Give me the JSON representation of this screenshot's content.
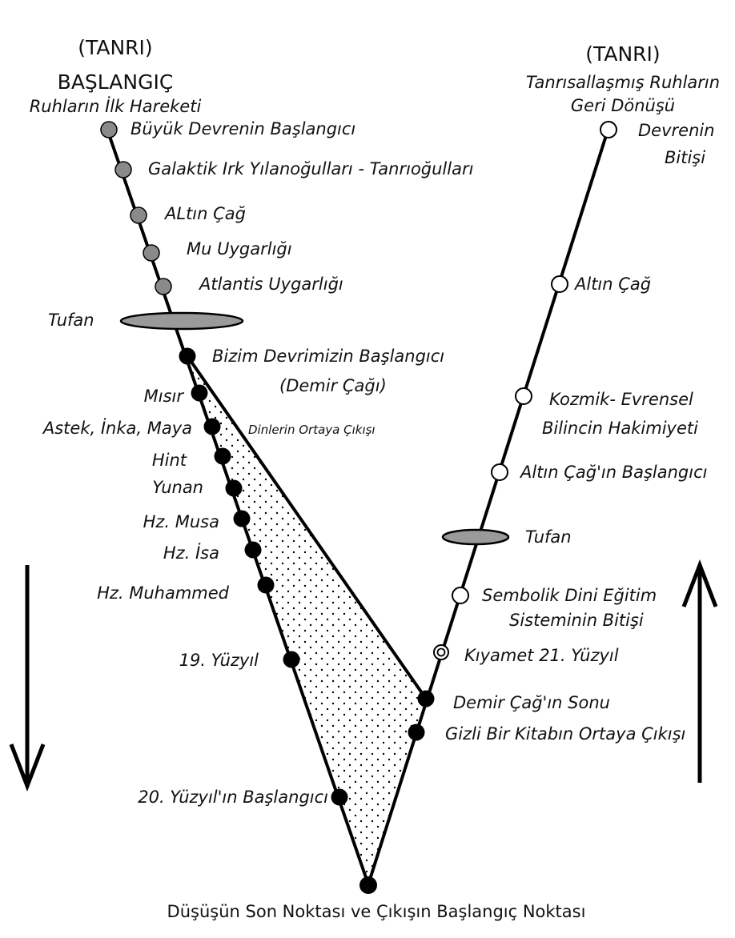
{
  "left_header": {
    "god": "(TANRI)",
    "title": "BAŞLANGIÇ",
    "subtitle": "Ruhların İlk Hareketi"
  },
  "right_header": {
    "god": "(TANRI)",
    "line1": "Tanrısallaşmış Ruhların",
    "line2": "Geri Dönüşü"
  },
  "descent_gray": [
    "Büyük Devrenin Başlangıcı",
    "Galaktik Irk Yılanoğulları - Tanrıoğulları",
    "ALtın Çağ",
    "Mu Uygarlığı",
    "Atlantis Uygarlığı"
  ],
  "flood_left": "Tufan",
  "descent_black": {
    "our_era": [
      "Bizim Devrimizin Başlangıcı",
      "(Demir Çağı)"
    ],
    "religions": "Dinlerin Ortaya Çıkışı",
    "items": [
      "Mısır",
      "Astek, İnka, Maya",
      "Hint",
      "Yunan",
      "Hz. Musa",
      "Hz. İsa",
      "Hz. Muhammed",
      "19. Yüzyıl",
      "20. Yüzyıl'ın Başlangıcı"
    ]
  },
  "bottom_label": "Düşüşün Son Noktası ve Çıkışın Başlangıç Noktası",
  "ascent": {
    "end_of_cycle": [
      "Devrenin",
      "Bitişi"
    ],
    "golden_age": "Altın Çağ",
    "cosmic": [
      "Kozmik- Evrensel",
      "Bilincin Hakimiyeti"
    ],
    "golden_age_start": "Altın Çağ'ın Başlangıcı",
    "flood_right": "Tufan",
    "symbolic": [
      "Sembolik Dini Eğitim",
      "Sisteminin Bitişi"
    ],
    "doomsday": "Kıyamet 21. Yüzyıl",
    "iron_age_end": "Demir Çağ'ın Sonu",
    "hidden_book": "Gizli Bir Kitabın Ortaya Çıkışı"
  },
  "colors": {
    "line": "#000000",
    "gray_dot": "#8a8a8a",
    "black_dot": "#000000",
    "white_dot": "#ffffff",
    "flood_disc": "#9a9a9a"
  },
  "arrows": [
    "down-arrow-icon",
    "up-arrow-icon"
  ]
}
